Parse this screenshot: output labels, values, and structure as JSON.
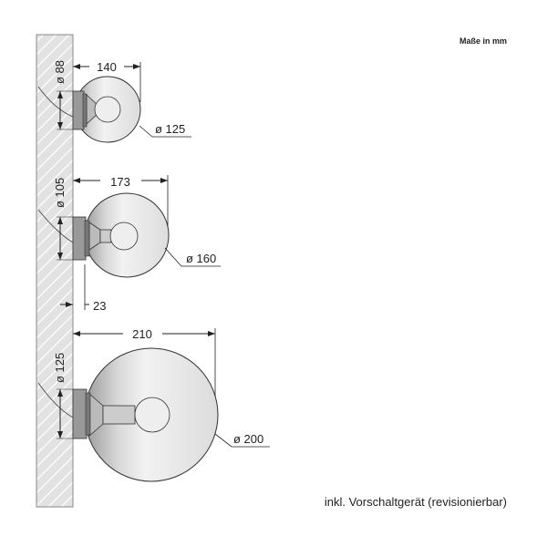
{
  "units_note": "Maße in mm",
  "caption": "inkl. Vorschaltgerät (revisionierbar)",
  "lamps": [
    {
      "depth": "140",
      "base_diameter": "ø 88",
      "globe_diameter": "ø 125"
    },
    {
      "depth": "173",
      "base_diameter": "ø 105",
      "globe_diameter": "ø 160",
      "base_depth": "23"
    },
    {
      "depth": "210",
      "base_diameter": "ø 125",
      "globe_diameter": "ø 200"
    }
  ],
  "colors": {
    "line": "#222222",
    "globe": "#e4e4e4",
    "wall": "#dcdcdc"
  }
}
